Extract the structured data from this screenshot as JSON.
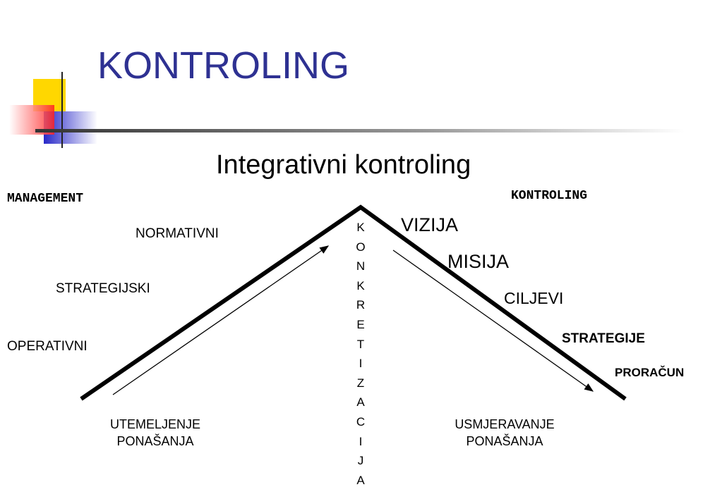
{
  "title": "KONTROLING",
  "subtitle": "Integrativni kontroling",
  "left_side": {
    "header": "MANAGEMENT",
    "levels": [
      "NORMATIVNI",
      "STRATEGIJSKI",
      "OPERATIVNI"
    ],
    "bottom_label": [
      "UTEMELJENJE",
      "PONAŠANJA"
    ]
  },
  "right_side": {
    "header": "KONTROLING",
    "levels": [
      "VIZIJA",
      "MISIJA",
      "CILJEVI",
      "STRATEGIJE",
      "PRORAČUN"
    ],
    "bottom_label": [
      "USMJERAVANJE",
      "PONAŠANJA"
    ]
  },
  "center_vertical": [
    "K",
    "O",
    "N",
    "K",
    "R",
    "E",
    "T",
    "I",
    "Z",
    "A",
    "C",
    "I",
    "J",
    "A"
  ],
  "colors": {
    "title": "#2e3192",
    "logo_yellow": "#ffd700",
    "logo_red": "#ff3030",
    "logo_blue": "#3a3ad0"
  }
}
